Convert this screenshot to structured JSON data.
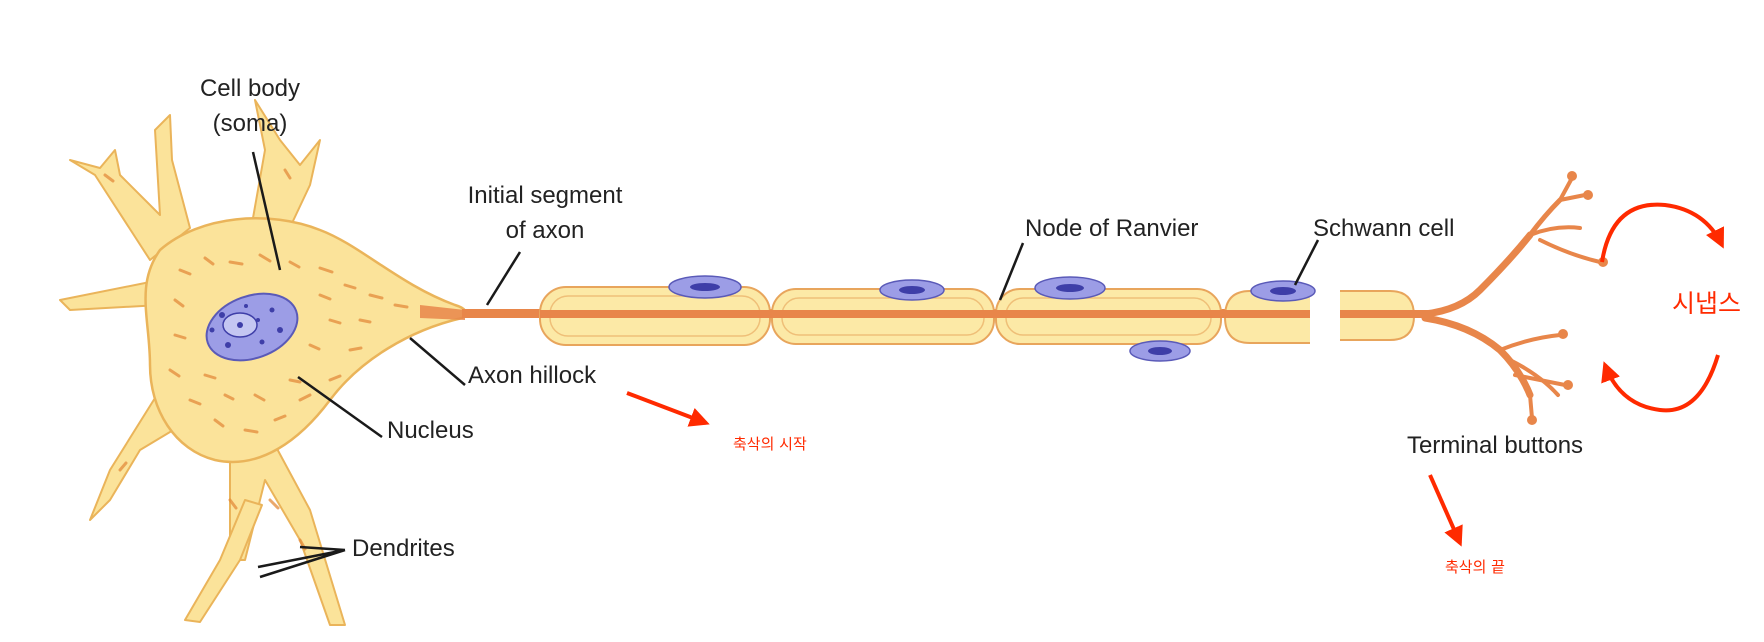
{
  "labels": {
    "cell_body_line1": "Cell body",
    "cell_body_line2": "(soma)",
    "initial_segment_line1": "Initial segment",
    "initial_segment_line2": "of axon",
    "node_of_ranvier": "Node of Ranvier",
    "schwann_cell": "Schwann cell",
    "axon_hillock": "Axon hillock",
    "nucleus": "Nucleus",
    "dendrites": "Dendrites",
    "terminal_buttons": "Terminal buttons"
  },
  "annotations": {
    "axon_start": "축삭의 시작",
    "axon_end": "축삭의 끝",
    "synapse": "시냅스"
  },
  "colors": {
    "cytoplasm": "#fbe39a",
    "cell_outline": "#eab45a",
    "axon": "#e8864a",
    "myelin_fill": "#fce9a6",
    "myelin_outline": "#e8a55c",
    "nucleus": "#9c9de6",
    "nucleus_dark": "#3e3ea8",
    "annotation": "#ff2a00",
    "leader_line": "#1a1a1a"
  }
}
